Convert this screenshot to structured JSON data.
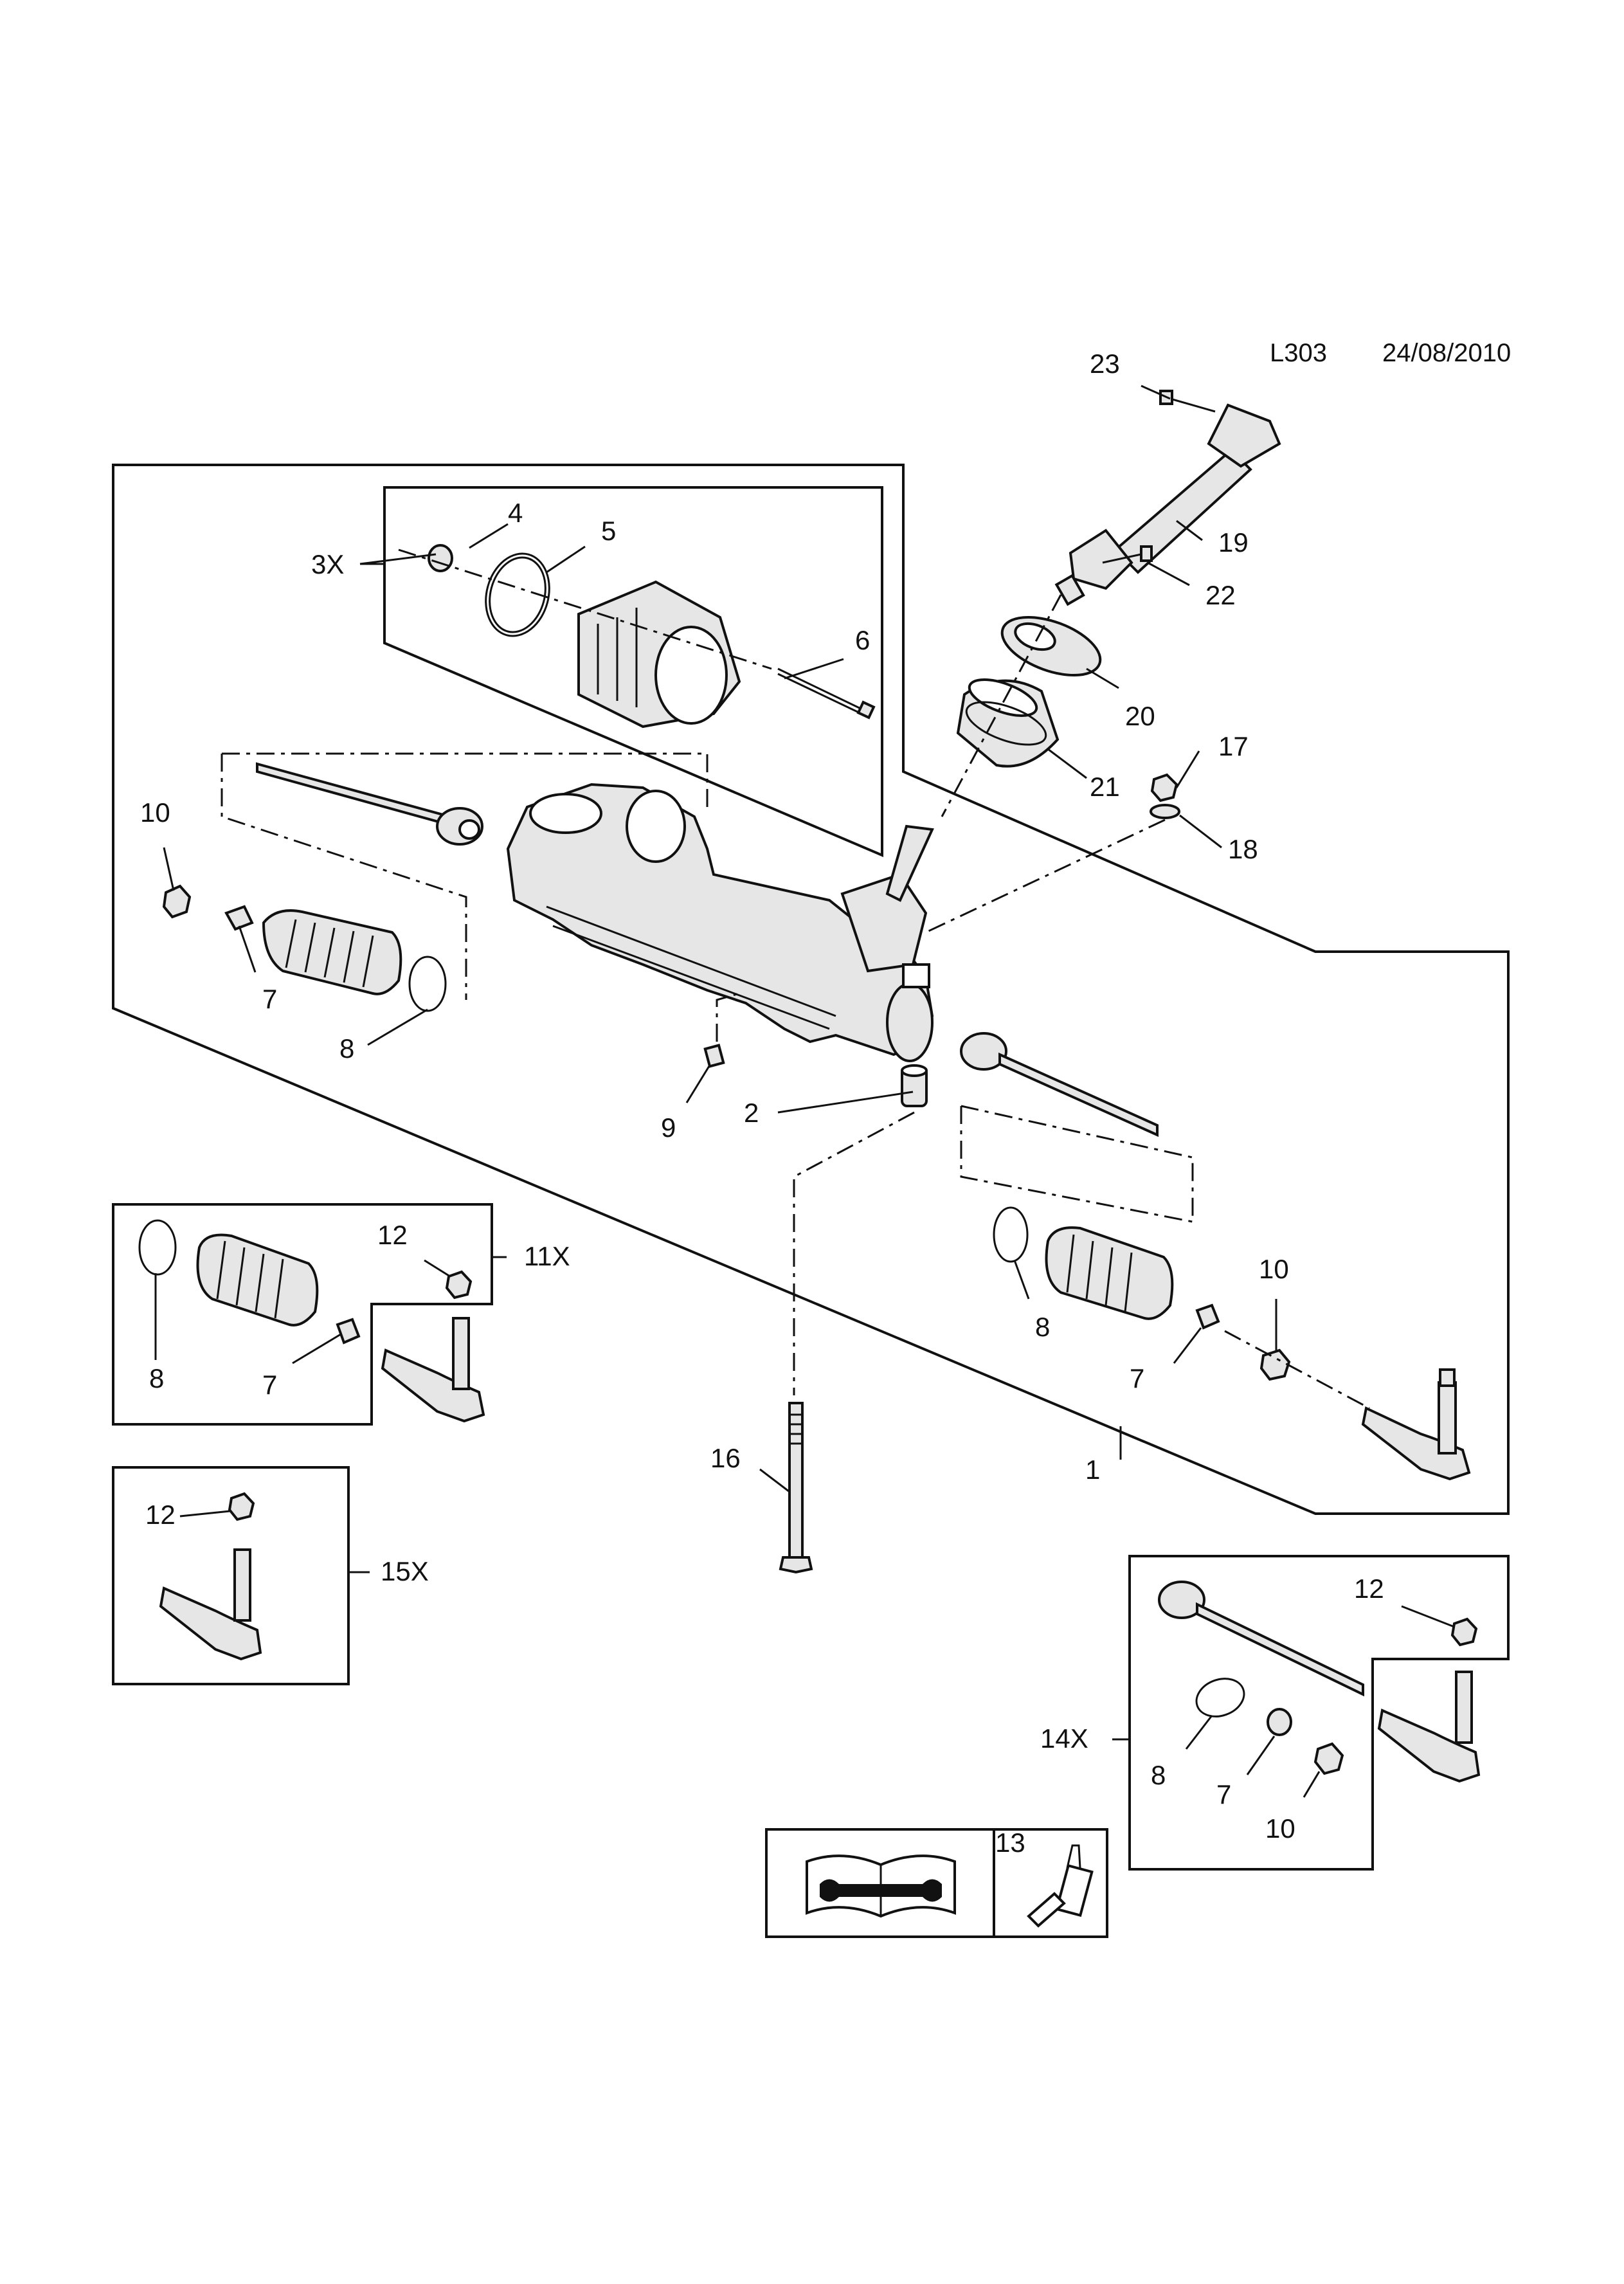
{
  "header": {
    "diagram_code": "L303",
    "date": "24/08/2010"
  },
  "callouts": {
    "c1": "1",
    "c2": "2",
    "c3x": "3X",
    "c4": "4",
    "c5": "5",
    "c6": "6",
    "c7a": "7",
    "c7b": "7",
    "c7c": "7",
    "c7d": "7",
    "c8a": "8",
    "c8b": "8",
    "c8c": "8",
    "c8d": "8",
    "c9": "9",
    "c10a": "10",
    "c10b": "10",
    "c10c": "10",
    "c11x": "11X",
    "c12a": "12",
    "c12b": "12",
    "c12c": "12",
    "c13": "13",
    "c14x": "14X",
    "c15x": "15X",
    "c16": "16",
    "c17": "17",
    "c18": "18",
    "c19": "19",
    "c20": "20",
    "c21": "21",
    "c22": "22",
    "c23": "23"
  },
  "icons": {
    "manual": "repair-manual-wrench-icon",
    "adhesive": "thread-lock-bottle-icon"
  }
}
